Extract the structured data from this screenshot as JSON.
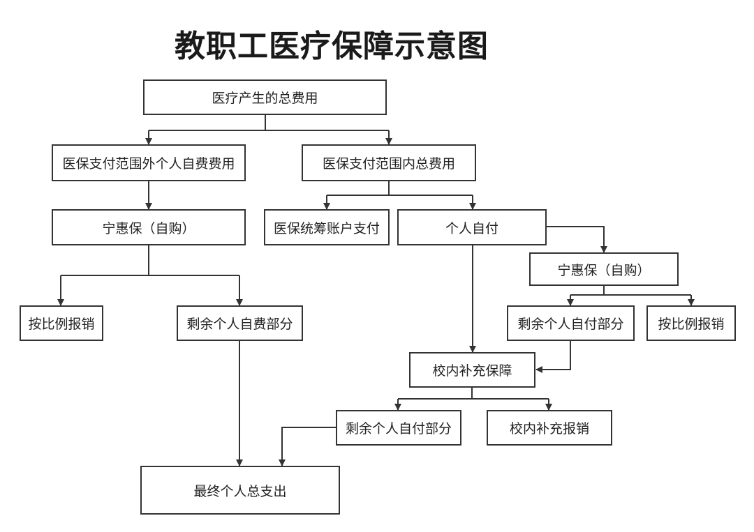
{
  "title": "教职工医疗保障示意图",
  "colors": {
    "line": "#333333",
    "box_border": "#333333",
    "text": "#222222",
    "background": "#ffffff"
  },
  "nodes": {
    "total_medical_cost": "医疗产生的总费用",
    "out_of_scope_self_pay": "医保支付范围外个人自费费用",
    "in_scope_total": "医保支付范围内总费用",
    "ninghuibao_left": "宁惠保（自购）",
    "pooled_account_pay": "医保统筹账户支付",
    "personal_self_pay": "个人自付",
    "ninghuibao_right": "宁惠保（自购）",
    "reimburse_ratio_left": "按比例报销",
    "remaining_self_expense": "剩余个人自费部分",
    "remaining_self_pay_right": "剩余个人自付部分",
    "reimburse_ratio_right": "按比例报销",
    "campus_supplement": "校内补充保障",
    "remaining_self_pay_lower": "剩余个人自付部分",
    "campus_reimburse": "校内补充报销",
    "final_personal_expense": "最终个人总支出"
  }
}
